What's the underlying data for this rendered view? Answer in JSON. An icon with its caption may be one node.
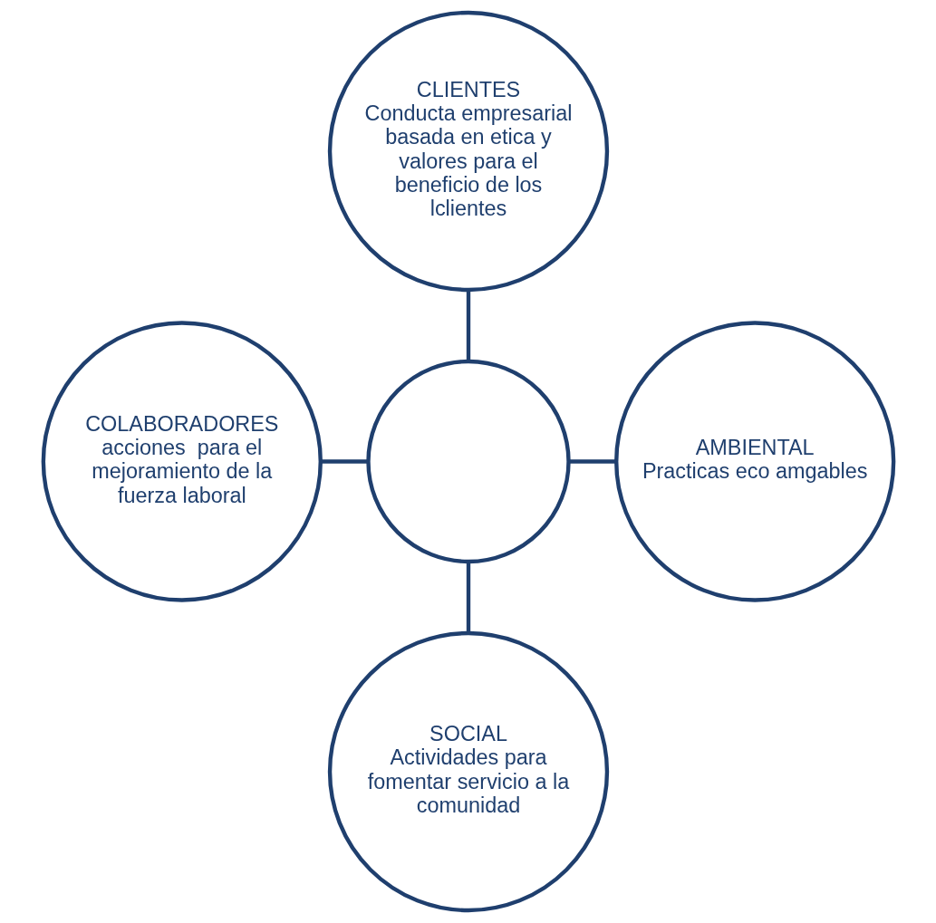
{
  "diagram": {
    "nodes": [
      {
        "text": [
          "CLIENTES",
          "Conducta empresarial basada en etica y valores para el beneficio de los lclientes"
        ]
      },
      {
        "text": [
          "COLABORADORES",
          "acciones  para el mejoramiento de la fuerza laboral"
        ]
      },
      {
        "text": [],
        "shape": "circle"
      },
      {
        "text": [
          "AMBIENTAL",
          "Practicas eco amgables"
        ]
      },
      {
        "text": [
          "SOCIAL",
          "Actividades para fomentar servicio a la comunidad"
        ]
      }
    ],
    "edges": [
      {
        "from": 0,
        "to": 2,
        "arrow": "none"
      },
      {
        "from": 1,
        "to": 2,
        "arrow": "none"
      },
      {
        "from": 2,
        "to": 3,
        "arrow": "none"
      },
      {
        "from": 2,
        "to": 4,
        "arrow": "none"
      }
    ]
  }
}
